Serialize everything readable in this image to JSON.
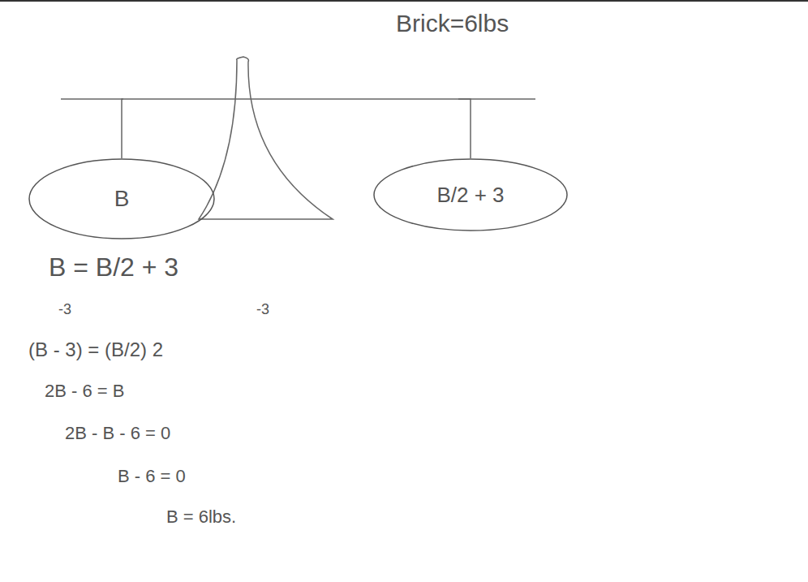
{
  "diagram": {
    "nodes": [
      {
        "text": [
          "B"
        ]
      },
      {
        "text": [
          "B/2 + 3"
        ]
      }
    ],
    "edges": [
      {
        "from": 0,
        "to": 1,
        "arrow": "none"
      }
    ],
    "labels": [
      "Brick=6lbs",
      "B = B/2 + 3",
      "-3",
      "-3",
      "(B - 3) = (B/2) 2",
      "2B - 6 = B",
      "2B - B - 6 = 0",
      "B - 6 = 0",
      "B = 6lbs."
    ]
  }
}
